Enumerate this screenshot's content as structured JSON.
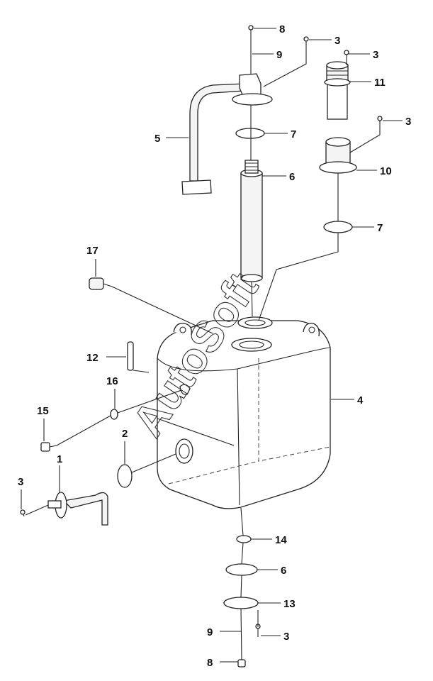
{
  "callouts": [
    "8",
    "9",
    "3",
    "3",
    "11",
    "5",
    "7",
    "3",
    "6",
    "10",
    "7",
    "17",
    "12",
    "16",
    "4",
    "15",
    "2",
    "1",
    "3",
    "14",
    "6",
    "13",
    "9",
    "3",
    "8"
  ],
  "watermark": "AutoSoft"
}
